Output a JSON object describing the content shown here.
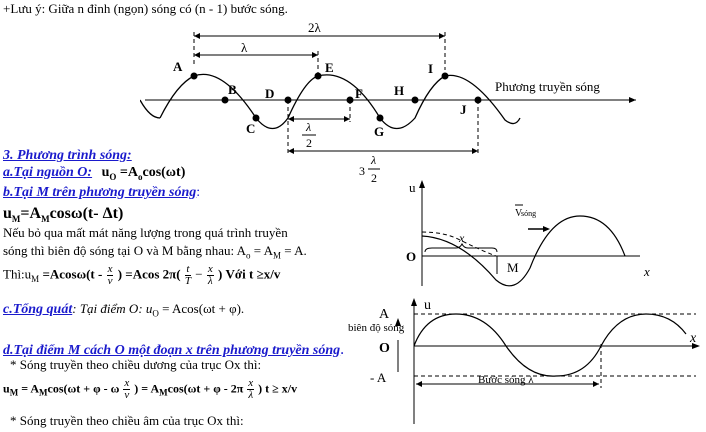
{
  "note": "+Lưu ý: Giữa n đỉnh (ngọn) sóng có (n - 1) bước sóng.",
  "top_diagram": {
    "points": [
      "A",
      "B",
      "C",
      "D",
      "E",
      "F",
      "G",
      "H",
      "I",
      "J"
    ],
    "label_2lambda": "2λ",
    "label_lambda": "λ",
    "label_lambda_half": "λ",
    "label_lambda_half_den": "2",
    "label_3": "3",
    "label_3lambda_num": "λ",
    "label_3lambda_den": "2",
    "direction": "Phương truyền sóng"
  },
  "section3": {
    "title": "3. Phương trình sóng:",
    "a_label": "a.Tại nguồn O:",
    "a_formula": "u",
    "a_formula_sub": "O",
    "a_formula_rest": " =A",
    "a_formula_sub2": "o",
    "a_formula_end": "cos(ωt)",
    "b_label": "b.Tại M trên phương truyền sóng",
    "b_colon": ":",
    "uM_main": "u",
    "uM_sub": "M",
    "uM_eq": "=A",
    "uM_sub2": "M",
    "uM_rest": "cosω(t- Δt)",
    "para1": "Nếu bỏ qua mất mát năng lượng trong quá trình truyền",
    "para2": "sóng thì biên độ sóng tại O và  M bằng nhau: A",
    "para2_sub": "o",
    "para2_rest": " = A",
    "para2_sub2": "M",
    "para2_end": " = A.",
    "thi_prefix": "Thì:u",
    "thi_sub": "M",
    "thi_mid": " =Acosω(t -",
    "thi_frac1_num": "x",
    "thi_frac1_den": "v",
    "thi_mid2": ") =Acos 2π(",
    "thi_frac2_num": "t",
    "thi_frac2_den": "T",
    "thi_minus": "−",
    "thi_frac3_num": "x",
    "thi_frac3_den": "λ",
    "thi_end": ") Với t ≥x/v",
    "c_label": "c.Tổng quát",
    "c_text": ": Tại điểm O: u",
    "c_sub": "O",
    "c_end": " = Acos(ωt + φ).",
    "d_label": "d.Tại điểm M cách O một đoạn x trên phương truyền sóng",
    "d_dot": ".",
    "pos_dir": "* Sóng truyền theo chiều dương của trục Ox thì:",
    "eq_u": "u",
    "eq_sub": "M",
    "eq_part1": " = A",
    "eq_sub2": "M",
    "eq_part2": "cos(ωt + φ - ω",
    "eq_frac1_num": "x",
    "eq_frac1_den": "v",
    "eq_part3": ") = A",
    "eq_sub3": "M",
    "eq_part4": "cos(ωt + φ - 2π",
    "eq_frac2_num": "x",
    "eq_frac2_den": "λ",
    "eq_part5": ")  t ≥ x/v",
    "neg_dir": "* Sóng truyền theo chiều âm của trục Ox thì:"
  },
  "right_top": {
    "u": "u",
    "O": "O",
    "M": "M",
    "x_axis": "x",
    "x_seg": "x",
    "v_label": "V",
    "v_sub": " sóng"
  },
  "right_bottom": {
    "u": "u",
    "amp_label": "biên độ sóng",
    "A": "A",
    "O": "O",
    "minusA": "- A",
    "x": "x",
    "wavelength": "Bước sóng λ"
  }
}
